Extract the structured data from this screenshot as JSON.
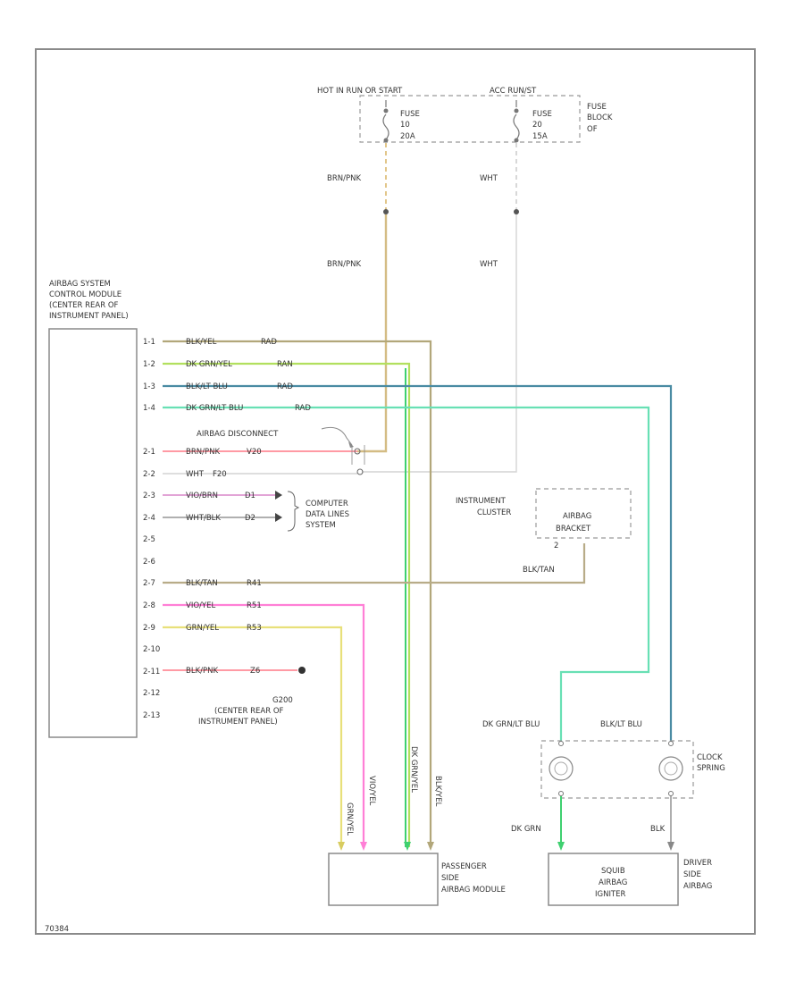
{
  "fuse_block": {
    "hot_left": "HOT IN RUN OR START",
    "hot_right": "ACC RUN/ST",
    "fuse_left": [
      "FUSE",
      "10",
      "20A"
    ],
    "fuse_right": [
      "FUSE",
      "20",
      "15A"
    ],
    "block_label": [
      "FUSE",
      "BLOCK",
      "OF"
    ]
  },
  "feed_wires": {
    "left_top": "BRN/PNK",
    "left_bottom": "BRN/PNK",
    "right_top": "WHT",
    "right_bottom": "WHT"
  },
  "control_module": {
    "label": [
      "AIRBAG SYSTEM",
      "CONTROL MODULE",
      "(CENTER REAR OF",
      "INSTRUMENT PANEL)"
    ]
  },
  "pins": [
    {
      "pin": "1-1",
      "wire": "BLK/YEL",
      "gauge": "RAD"
    },
    {
      "pin": "1-2",
      "wire": "DK GRN/YEL",
      "gauge": "RAN"
    },
    {
      "pin": "1-3",
      "wire": "BLK/LT BLU",
      "gauge": "RAD"
    },
    {
      "pin": "1-4",
      "wire": "DK GRN/LT BLU",
      "gauge": "RAD"
    },
    {
      "pin": "2-1",
      "wire": "BRN/PNK",
      "gauge": "V20"
    },
    {
      "pin": "2-2",
      "wire": "WHT",
      "gauge": "F20"
    },
    {
      "pin": "2-3",
      "wire": "VIO/BRN",
      "gauge": "D1"
    },
    {
      "pin": "2-4",
      "wire": "WHT/BLK",
      "gauge": "D2"
    },
    {
      "pin": "2-5",
      "wire": "",
      "gauge": ""
    },
    {
      "pin": "2-6",
      "wire": "",
      "gauge": ""
    },
    {
      "pin": "2-7",
      "wire": "BLK/TAN",
      "gauge": "R41"
    },
    {
      "pin": "2-8",
      "wire": "VIO/YEL",
      "gauge": "R51"
    },
    {
      "pin": "2-9",
      "wire": "GRN/YEL",
      "gauge": "R53"
    },
    {
      "pin": "2-10",
      "wire": "",
      "gauge": ""
    },
    {
      "pin": "2-11",
      "wire": "BLK/PNK",
      "gauge": "Z6"
    },
    {
      "pin": "2-12",
      "wire": "",
      "gauge": ""
    },
    {
      "pin": "2-13",
      "wire": "",
      "gauge": ""
    }
  ],
  "disconnect_label": "AIRBAG DISCONNECT",
  "data_lines": [
    "COMPUTER",
    "DATA LINES",
    "SYSTEM"
  ],
  "ground_label": [
    "G200",
    "(CENTER REAR OF",
    "INSTRUMENT PANEL)"
  ],
  "instrument_cluster": {
    "label": [
      "INSTRUMENT",
      "CLUSTER"
    ],
    "box": [
      "AIRBAG",
      "BRACKET"
    ],
    "pin": "2",
    "wire": "BLK/TAN"
  },
  "clock_spring": {
    "left_wire_top": "DK GRN/LT BLU",
    "right_wire_top": "BLK/LT BLU",
    "label": [
      "CLOCK",
      "SPRING"
    ],
    "left_wire_bottom": "DK GRN",
    "right_wire_bottom": "BLK"
  },
  "passenger_module": {
    "label": [
      "PASSENGER",
      "SIDE",
      "AIRBAG MODULE"
    ],
    "wires": [
      "GRN/YEL",
      "VIO/YEL",
      "DK GRN/YEL",
      "BLK/YEL"
    ]
  },
  "driver_module": {
    "box": [
      "SQUIB",
      "AIRBAG",
      "IGNITER"
    ],
    "label": [
      "DRIVER",
      "SIDE",
      "AIRBAG"
    ]
  },
  "footer_code": "70384",
  "colors": {
    "frame": "#8a8a8a",
    "wire_brn_pnk": "#d4bc84",
    "wire_pink": "#ff9aa4",
    "wire_blk_yel": "#b2a77a",
    "wire_dk_grn_yel": "#b2e05e",
    "wire_blk_lt_blu": "#4a8ba3",
    "wire_dk_grn_lt_blu": "#68e0b4",
    "wire_vio_yel": "#ff7fd6",
    "wire_grn_yel": "#e8e07a",
    "wire_blk_tan": "#b8ac88",
    "wire_grn_mid": "#3fd070",
    "wire_white": "#d4d4d4"
  }
}
